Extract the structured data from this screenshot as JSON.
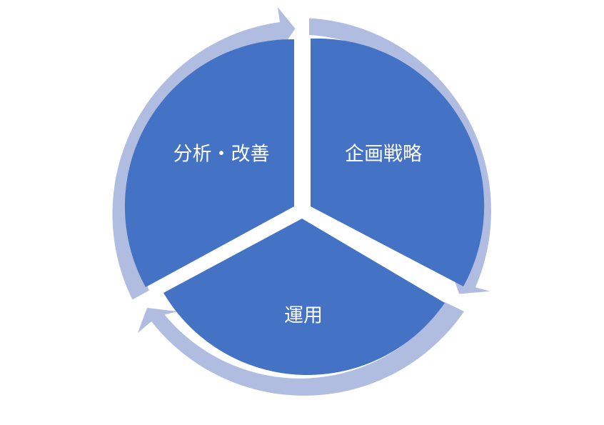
{
  "diagram": {
    "segments": [
      {
        "label": "企画戦略"
      },
      {
        "label": "運用"
      },
      {
        "label": "分析・改善"
      }
    ],
    "colors": {
      "segment_fill": "#4472c4",
      "arrow_ring": "#b0bde0",
      "background": "#ffffff"
    }
  }
}
